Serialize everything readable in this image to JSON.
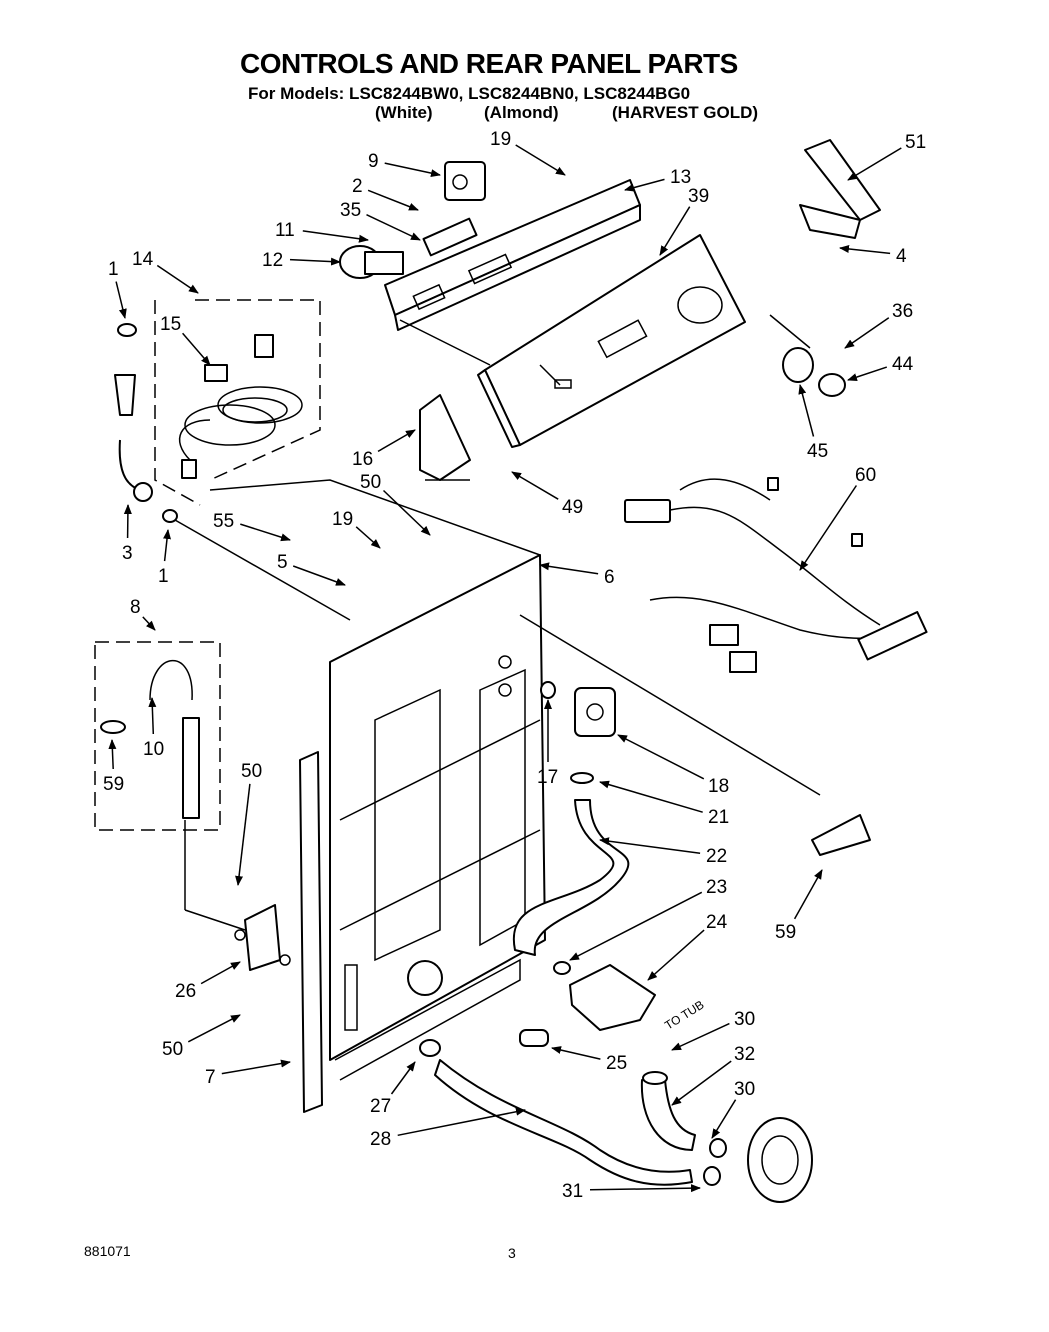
{
  "header": {
    "title": "CONTROLS AND REAR PANEL PARTS",
    "models_line": "For Models: LSC8244BW0, LSC8244BN0, LSC8244BG0",
    "variants": [
      "(White)",
      "(Almond)",
      "(HARVEST GOLD)"
    ]
  },
  "callouts": [
    "19",
    "9",
    "13",
    "2",
    "39",
    "35",
    "51",
    "11",
    "12",
    "4",
    "1",
    "14",
    "36",
    "15",
    "44",
    "45",
    "16",
    "60",
    "50",
    "49",
    "55",
    "19",
    "3",
    "1",
    "5",
    "6",
    "8",
    "10",
    "17",
    "18",
    "59",
    "50",
    "21",
    "22",
    "23",
    "24",
    "59",
    "26",
    "30",
    "32",
    "50",
    "25",
    "7",
    "30",
    "27",
    "28",
    "31"
  ],
  "annotation": "TO TUB",
  "footer": {
    "doc_number": "881071",
    "page_number": "3"
  }
}
